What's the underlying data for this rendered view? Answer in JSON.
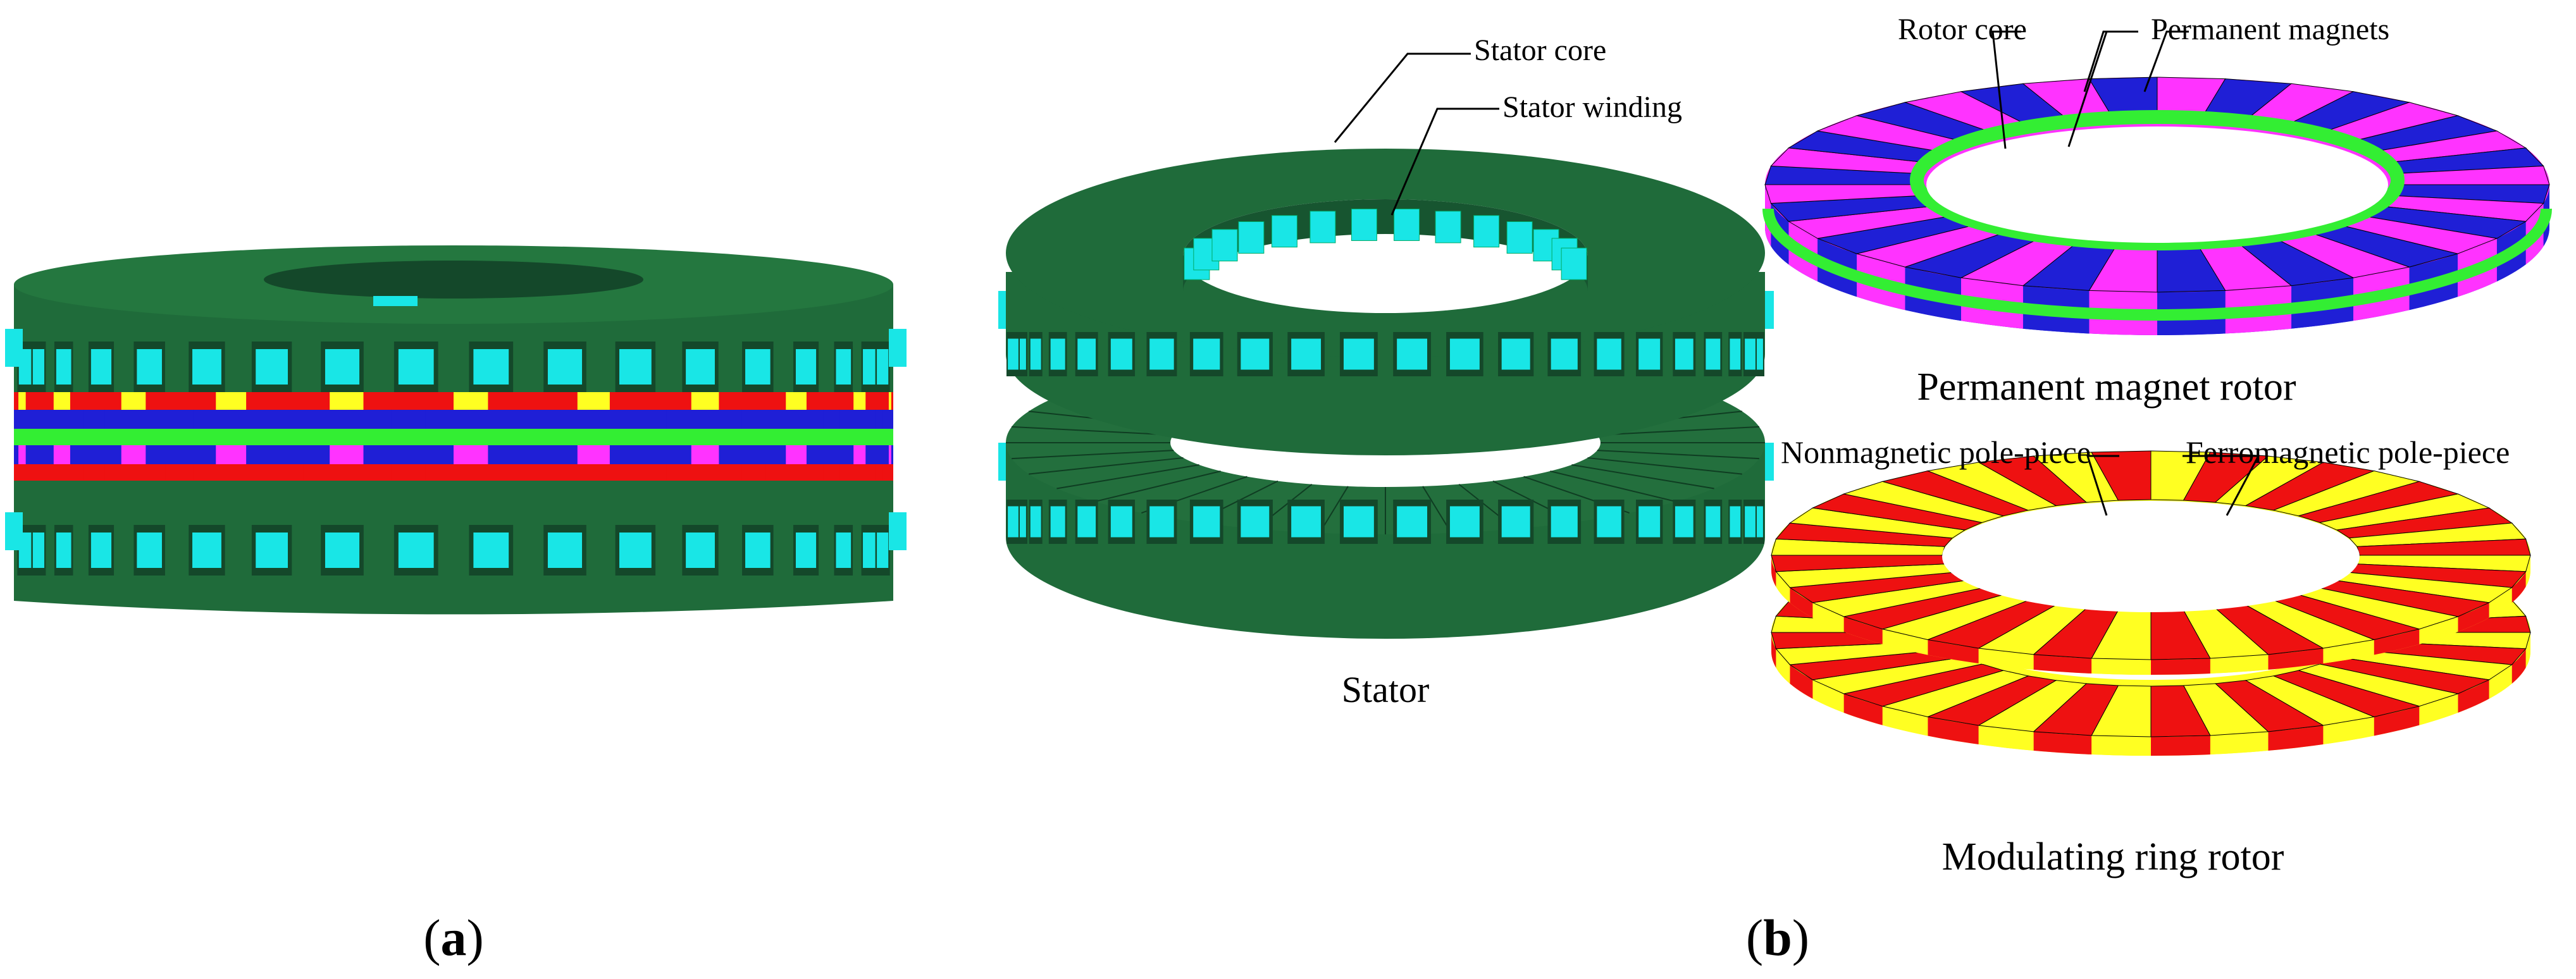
{
  "panels": {
    "a": {
      "open": "(",
      "letter": "a",
      "close": ")"
    },
    "b": {
      "open": "(",
      "letter": "b",
      "close": ")"
    }
  },
  "labels": {
    "stator_core": "Stator core",
    "stator_winding": "Stator winding",
    "stator": "Stator",
    "rotor_core": "Rotor core",
    "permanent_magnets": "Permanent magnets",
    "pm_rotor": "Permanent magnet rotor",
    "nonmagnetic_pole_piece": "Nonmagnetic pole-piece",
    "ferromagnetic_pole_piece": "Ferromagnetic pole-piece",
    "modulating_ring_rotor": "Modulating ring rotor"
  },
  "colors": {
    "stator_core": "#1f6b3a",
    "stator_core_dark": "#175530",
    "winding": "#19e6e6",
    "magnet_n": "#ff33ff",
    "magnet_s": "#1f1fd6",
    "rotor_core": "#33ee33",
    "ferromagnetic": "#ee1111",
    "nonmagnetic": "#ffff22"
  }
}
